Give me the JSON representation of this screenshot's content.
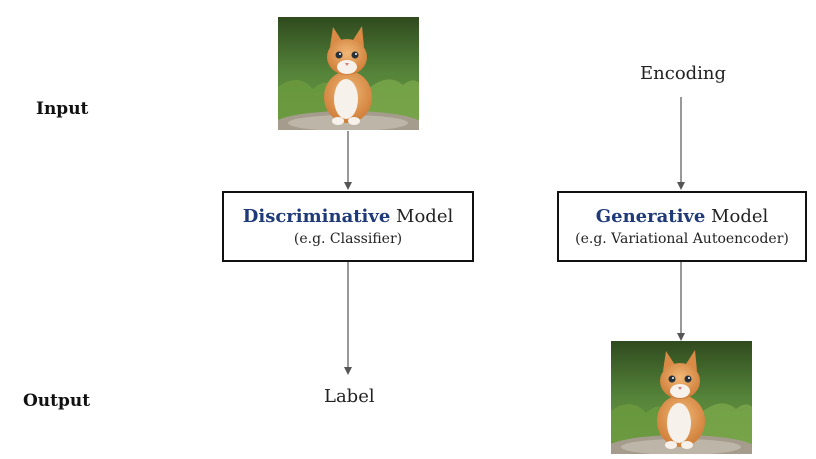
{
  "rows": {
    "input_label": "Input",
    "output_label": "Output"
  },
  "discriminative": {
    "accent": "Discriminative",
    "rest": " Model",
    "subtitle": "(e.g. Classifier)",
    "output_text": "Label"
  },
  "generative": {
    "input_text": "Encoding",
    "accent": "Generative",
    "rest": " Model",
    "subtitle": "(e.g. Variational Autoencoder)"
  },
  "colors": {
    "accent": "#1e3a78",
    "arrow": "#555555",
    "box_border": "#111111"
  },
  "images": {
    "input_image": "kitten-photo",
    "output_image": "kitten-photo"
  }
}
